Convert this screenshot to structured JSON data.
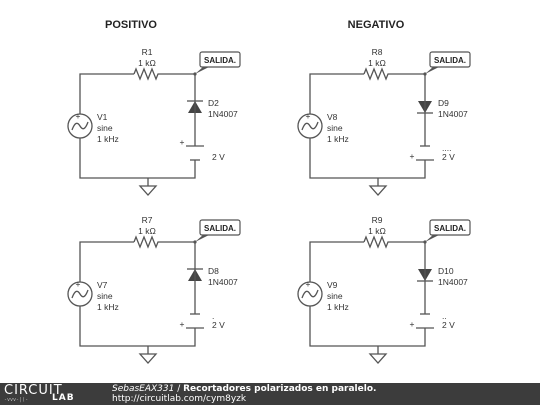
{
  "headings": {
    "positive": "POSITIVO",
    "negative": "NEGATIVO"
  },
  "output_label": "SALIDA.",
  "circuits": [
    {
      "resistor": {
        "name": "R1",
        "value": "1 kΩ"
      },
      "source": {
        "name": "V1",
        "type": "sine",
        "freq": "1 kHz"
      },
      "diode": {
        "name": "D2",
        "model": "1N4007",
        "direction": "up"
      },
      "battery": {
        "value": "2 V",
        "extra": "",
        "plus_top": true
      }
    },
    {
      "resistor": {
        "name": "R8",
        "value": "1 kΩ"
      },
      "source": {
        "name": "V8",
        "type": "sine",
        "freq": "1 kHz"
      },
      "diode": {
        "name": "D9",
        "model": "1N4007",
        "direction": "down"
      },
      "battery": {
        "value": "2 V",
        "extra": "....",
        "plus_top": false
      }
    },
    {
      "resistor": {
        "name": "R7",
        "value": "1 kΩ"
      },
      "source": {
        "name": "V7",
        "type": "sine",
        "freq": "1 kHz"
      },
      "diode": {
        "name": "D8",
        "model": "1N4007",
        "direction": "up"
      },
      "battery": {
        "value": "2 V",
        "extra": ".",
        "plus_top": false
      }
    },
    {
      "resistor": {
        "name": "R9",
        "value": "1 kΩ"
      },
      "source": {
        "name": "V9",
        "type": "sine",
        "freq": "1 kHz"
      },
      "diode": {
        "name": "D10",
        "model": "1N4007",
        "direction": "down"
      },
      "battery": {
        "value": "2 V",
        "extra": "..",
        "plus_top": false
      }
    }
  ],
  "footer": {
    "logo_line1": "CIRCUIT",
    "logo_line2": "LAB",
    "author": "SebasEAX331",
    "separator": " / ",
    "title": "Recortadores polarizados en paralelo.",
    "url": "http://circuitlab.com/cym8yzk"
  }
}
